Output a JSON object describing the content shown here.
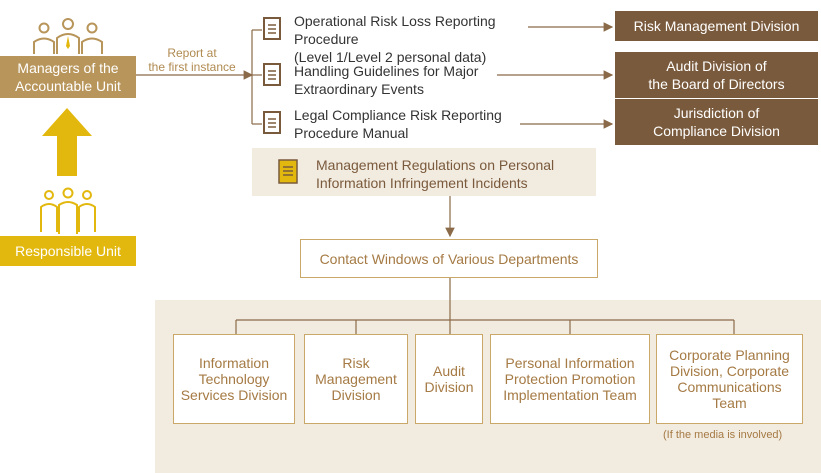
{
  "colors": {
    "dark_brown": "#7a5a3c",
    "gold": "#b8955a",
    "yellow": "#e3b80e",
    "line": "#8a6a48",
    "beige": "#f2ebe0",
    "outline": "#c9a86a"
  },
  "left": {
    "managers_line1": "Managers of the",
    "managers_line2": "Accountable Unit",
    "responsible": "Responsible Unit",
    "report_line1": "Report at",
    "report_line2": "the first instance",
    "icons": [
      "managers-group-icon",
      "responsible-group-icon",
      "up-arrow-icon"
    ]
  },
  "procedures": [
    {
      "line1": "Operational Risk Loss Reporting Procedure",
      "line2": "(Level 1/Level 2 personal data)"
    },
    {
      "line1": "Handling Guidelines for Major",
      "line2": "Extraordinary Events"
    },
    {
      "line1": "Legal Compliance Risk Reporting",
      "line2": "Procedure Manual"
    }
  ],
  "divisions": {
    "risk": "Risk Management Division",
    "audit_line1": "Audit Division of",
    "audit_line2": "the Board of Directors",
    "compliance_line1": "Jurisdiction of",
    "compliance_line2": "Compliance Division"
  },
  "regulation": {
    "line1": "Management Regulations on Personal",
    "line2": "Information Infringement Incidents"
  },
  "contact": "Contact Windows of Various Departments",
  "departments": [
    {
      "l1": "Information",
      "l2": "Technology",
      "l3": "Services Division",
      "l4": ""
    },
    {
      "l1": "Risk",
      "l2": "Management",
      "l3": "Division",
      "l4": ""
    },
    {
      "l1": "Audit",
      "l2": "Division",
      "l3": "",
      "l4": ""
    },
    {
      "l1": "Personal Information",
      "l2": "Protection Promotion",
      "l3": "Implementation Team",
      "l4": ""
    },
    {
      "l1": "Corporate Planning",
      "l2": "Division, Corporate",
      "l3": "Communications",
      "l4": "Team"
    }
  ],
  "media_note": "(If the media is involved)"
}
